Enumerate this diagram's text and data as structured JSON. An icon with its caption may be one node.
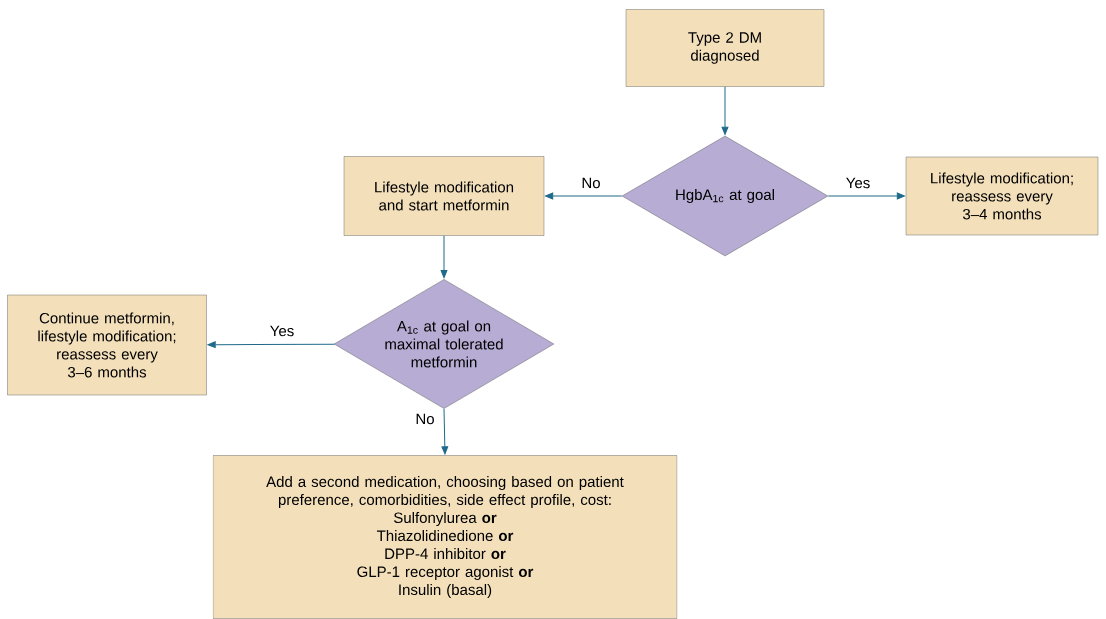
{
  "diagram": {
    "nodes": [
      {
        "text": [
          "Type 2 DM diagnosed"
        ]
      },
      {
        "text": [
          "HgbA$_{1c}$ at goal"
        ]
      },
      {
        "text": [
          "Lifestyle modification and start metformin"
        ]
      },
      {
        "text": [
          "Lifestyle modification; reassess every 3–4 months"
        ]
      },
      {
        "text": [
          "A$_{1c}$ at goal on maximal tolerated metformin"
        ]
      },
      {
        "text": [
          "Continue metformin, lifestyle modification; reassess every 3–6 months"
        ]
      },
      {
        "text": [
          "Add a second medication, choosing based on patient preference, comorbidities, side effect profile, cost:",
          "Sulfonylurea **or**",
          "Thiazolidinedione **or**",
          "DPP-4 inhibitor **or**",
          "GLP-1 receptor agonist **or**",
          "Insulin (basal)"
        ]
      }
    ],
    "edges": [
      {
        "from": 0,
        "to": 1,
        "arrow": "to"
      },
      {
        "from": 1,
        "to": 2,
        "arrow": "to",
        "label": "No"
      },
      {
        "from": 1,
        "to": 3,
        "arrow": "to",
        "label": "Yes"
      },
      {
        "from": 2,
        "to": 4,
        "arrow": "to"
      },
      {
        "from": 4,
        "to": 5,
        "arrow": "to",
        "label": "Yes"
      },
      {
        "from": 4,
        "to": 6,
        "arrow": "to",
        "label": "No"
      }
    ]
  }
}
